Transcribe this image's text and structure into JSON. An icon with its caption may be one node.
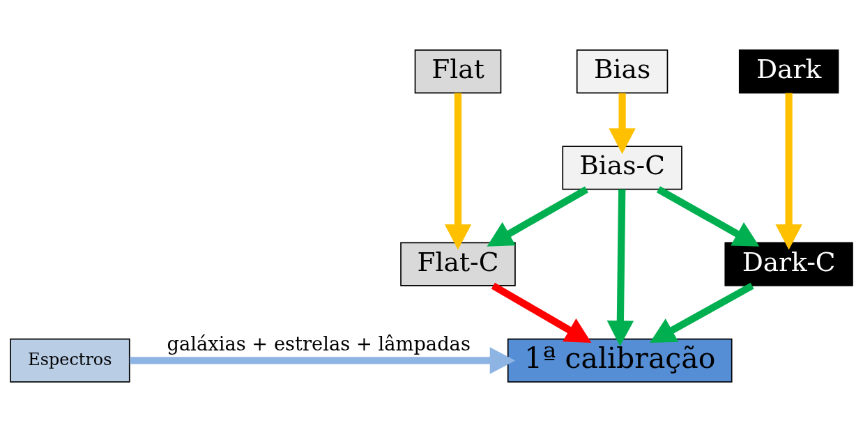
{
  "diagram": {
    "nodes": [
      {
        "text": [
          "Bias"
        ]
      },
      {
        "text": [
          "Dark"
        ]
      },
      {
        "text": [
          "Flat"
        ]
      },
      {
        "text": [
          "Bias-C"
        ]
      },
      {
        "text": [
          "Dark-C"
        ]
      },
      {
        "text": [
          "Flat-C"
        ]
      },
      {
        "text": [
          "Espectros"
        ]
      },
      {
        "text": [
          "1ª calibração"
        ]
      }
    ],
    "edges": [
      {
        "from": 0,
        "to": 3,
        "arrow": "to",
        "color": "#ffc000"
      },
      {
        "from": 1,
        "to": 4,
        "arrow": "to",
        "color": "#ffc000"
      },
      {
        "from": 2,
        "to": 5,
        "arrow": "to",
        "color": "#ffc000"
      },
      {
        "from": 3,
        "to": 4,
        "arrow": "to"
      },
      {
        "from": 3,
        "to": 5,
        "arrow": "to"
      },
      {
        "from": 3,
        "to": 7,
        "arrow": "to"
      },
      {
        "from": 4,
        "to": 7,
        "arrow": "to"
      },
      {
        "from": 5,
        "to": 7,
        "arrow": "to",
        "color": "#ff0000"
      },
      {
        "from": 6,
        "to": 7,
        "arrow": "to",
        "label": "galáxias + estrelas + lâmpadas",
        "color": "#8eb4e3"
      }
    ]
  }
}
